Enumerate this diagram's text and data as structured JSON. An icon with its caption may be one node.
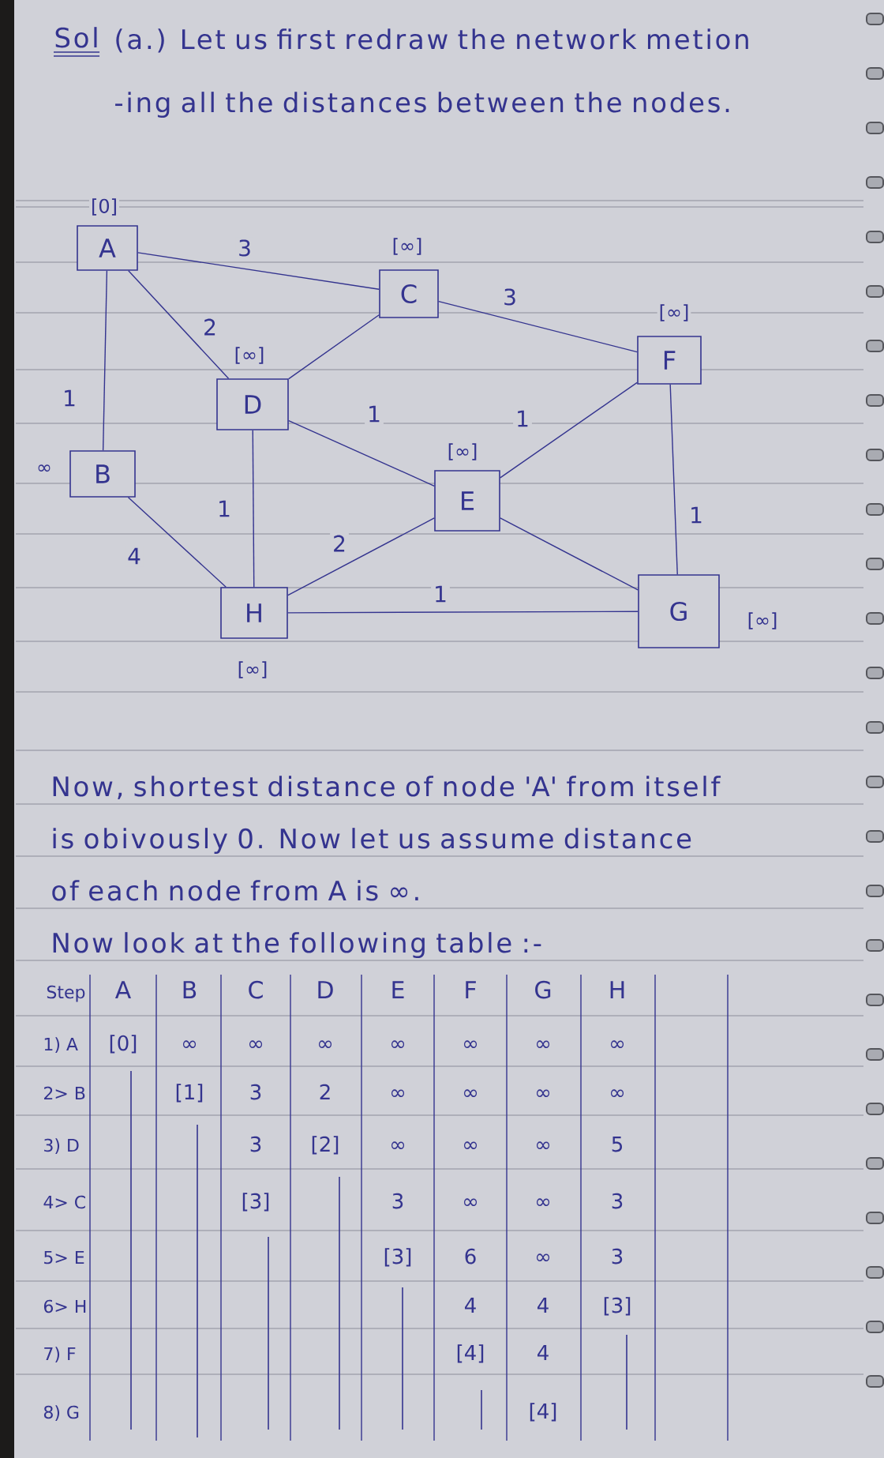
{
  "diagram": {
    "nodes": [
      {
        "text": [
          "A"
        ],
        "beside": [
          "[0]"
        ]
      },
      {
        "text": [
          "C"
        ],
        "beside": [
          "[∞]"
        ]
      },
      {
        "text": [
          "F"
        ],
        "beside": [
          "[∞]"
        ]
      },
      {
        "text": [
          "D"
        ],
        "beside": [
          "[∞]"
        ]
      },
      {
        "text": [
          "B"
        ],
        "beside": [
          "∞"
        ]
      },
      {
        "text": [
          "E"
        ],
        "beside": [
          "[∞]"
        ]
      },
      {
        "text": [
          "H"
        ],
        "beside": [
          "[∞]"
        ]
      },
      {
        "text": [
          "G"
        ],
        "beside": [
          "[∞]"
        ]
      }
    ],
    "edges": [
      {
        "from": 0,
        "to": 1,
        "arrow": "none",
        "label": "3"
      },
      {
        "from": 0,
        "to": 3,
        "arrow": "none",
        "label": "2"
      },
      {
        "from": 0,
        "to": 4,
        "arrow": "none",
        "label": "1"
      },
      {
        "from": 1,
        "to": 3,
        "arrow": "none"
      },
      {
        "from": 1,
        "to": 2,
        "arrow": "none",
        "label": "3"
      },
      {
        "from": 3,
        "to": 5,
        "arrow": "none",
        "label": "1"
      },
      {
        "from": 2,
        "to": 5,
        "arrow": "none",
        "label": "1"
      },
      {
        "from": 2,
        "to": 7,
        "arrow": "none",
        "label": "1"
      },
      {
        "from": 4,
        "to": 6,
        "arrow": "none",
        "label": "4"
      },
      {
        "from": 3,
        "to": 6,
        "arrow": "none",
        "label": "1"
      },
      {
        "from": 5,
        "to": 6,
        "arrow": "none",
        "label": "2"
      },
      {
        "from": 5,
        "to": 7,
        "arrow": "none"
      },
      {
        "from": 6,
        "to": 7,
        "arrow": "none",
        "label": "1"
      }
    ],
    "labels": [
      "Sol",
      "(a.) Let us first redraw the network metion -ing all the distances between the nodes.",
      "Now, shortest distance of node 'A' from itself is obivously 0. Now let us assume distance of each node from A is ∞.",
      "Now look at the following table :-",
      "Step",
      "A",
      "B",
      "C",
      "D",
      "E",
      "F",
      "G",
      "H",
      "1) A",
      "[0]",
      "∞",
      "∞",
      "∞",
      "∞",
      "∞",
      "∞",
      "∞",
      "2> B",
      "[1]",
      "3",
      "2",
      "∞",
      "∞",
      "∞",
      "∞",
      "3) D",
      "3",
      "[2]",
      "∞",
      "∞",
      "∞",
      "5",
      "4> C",
      "[3]",
      "3",
      "∞",
      "∞",
      "3",
      "5> E",
      "[3]",
      "6",
      "∞",
      "3",
      "6> H",
      "4",
      "4",
      "[3]",
      "7) F",
      "[4]",
      "4",
      "8) G",
      "[4]"
    ]
  }
}
